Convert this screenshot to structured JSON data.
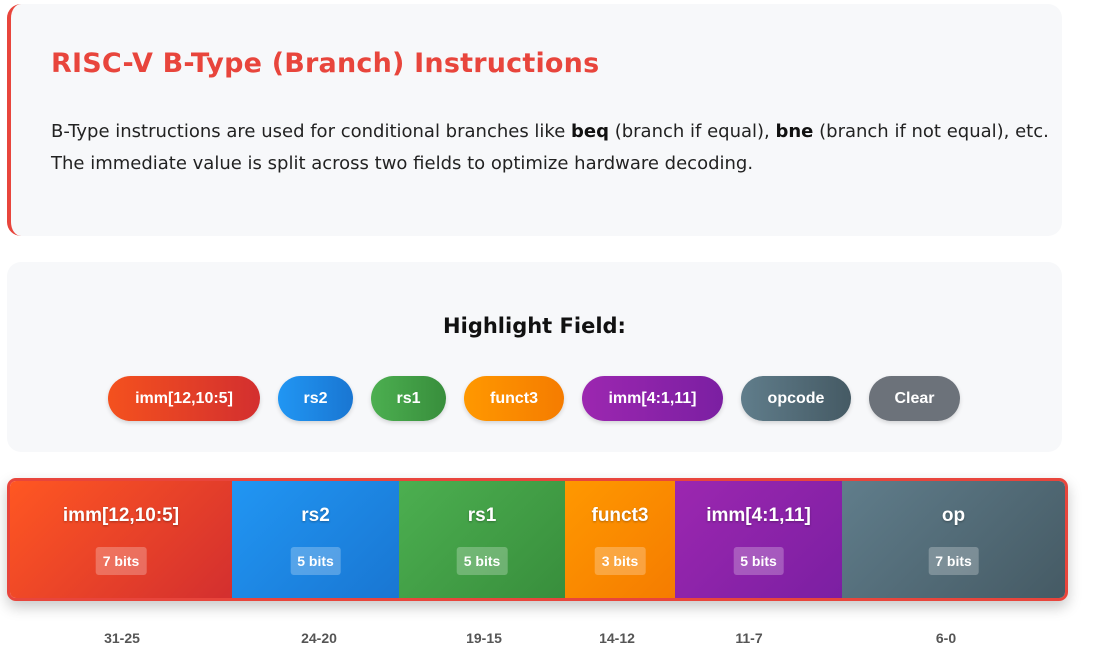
{
  "info": {
    "title": "RISC-V B-Type (Branch) Instructions",
    "desc_part1": "B-Type instructions are used for conditional branches like ",
    "beq": "beq",
    "desc_part2": " (branch if equal), ",
    "bne": "bne",
    "desc_part3": " (branch if not equal), etc.",
    "desc_line2": "The immediate value is split across two fields to optimize hardware decoding.",
    "accent_color": "#e8453c"
  },
  "controls": {
    "title": "Highlight Field:",
    "buttons": [
      {
        "label": "imm[12,10:5]",
        "color": "#f4511e"
      },
      {
        "label": "rs2",
        "color": "#2196f3"
      },
      {
        "label": "rs1",
        "color": "#4caf50"
      },
      {
        "label": "funct3",
        "color": "#ff9800"
      },
      {
        "label": "imm[4:1,11]",
        "color": "#9c27b0"
      },
      {
        "label": "opcode",
        "color": "#607d8b"
      },
      {
        "label": "Clear",
        "color": "#6c727a"
      }
    ]
  },
  "encoding": {
    "fields": [
      {
        "name": "imm[12,10:5]",
        "bits": "7 bits",
        "range": "31-25",
        "color": "#ff5722"
      },
      {
        "name": "rs2",
        "bits": "5 bits",
        "range": "24-20",
        "color": "#2196f3"
      },
      {
        "name": "rs1",
        "bits": "5 bits",
        "range": "19-15",
        "color": "#4caf50"
      },
      {
        "name": "funct3",
        "bits": "3 bits",
        "range": "14-12",
        "color": "#ff9800"
      },
      {
        "name": "imm[4:1,11]",
        "bits": "5 bits",
        "range": "11-7",
        "color": "#9c27b0"
      },
      {
        "name": "op",
        "bits": "7 bits",
        "range": "6-0",
        "color": "#607d8b"
      }
    ]
  }
}
